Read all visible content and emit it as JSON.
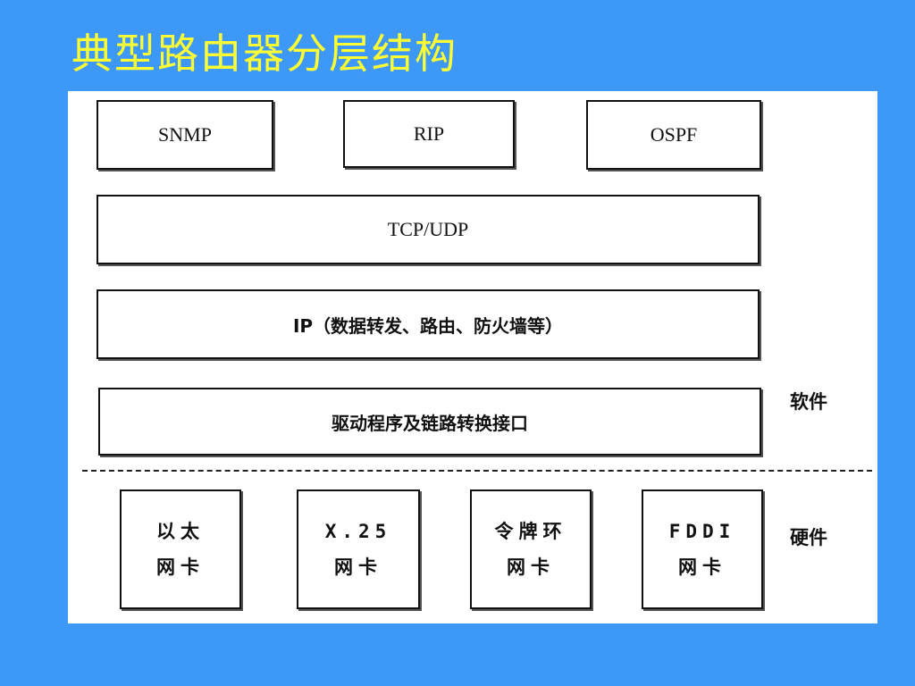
{
  "title": "典型路由器分层结构",
  "diagram": {
    "top_protocols": [
      "SNMP",
      "RIP",
      "OSPF"
    ],
    "transport_layer": "TCP/UDP",
    "ip_layer": "IP（数据转发、路由、防火墙等）",
    "driver_layer": "驱动程序及链路转换接口",
    "software_label": "软件",
    "hardware_label": "硬件",
    "hardware_cards": [
      {
        "line1": "以太",
        "line2": "网卡"
      },
      {
        "line1": "X.25",
        "line2": "网卡"
      },
      {
        "line1": "令牌环",
        "line2": "网卡"
      },
      {
        "line1": "FDDI",
        "line2": "网卡"
      }
    ]
  }
}
